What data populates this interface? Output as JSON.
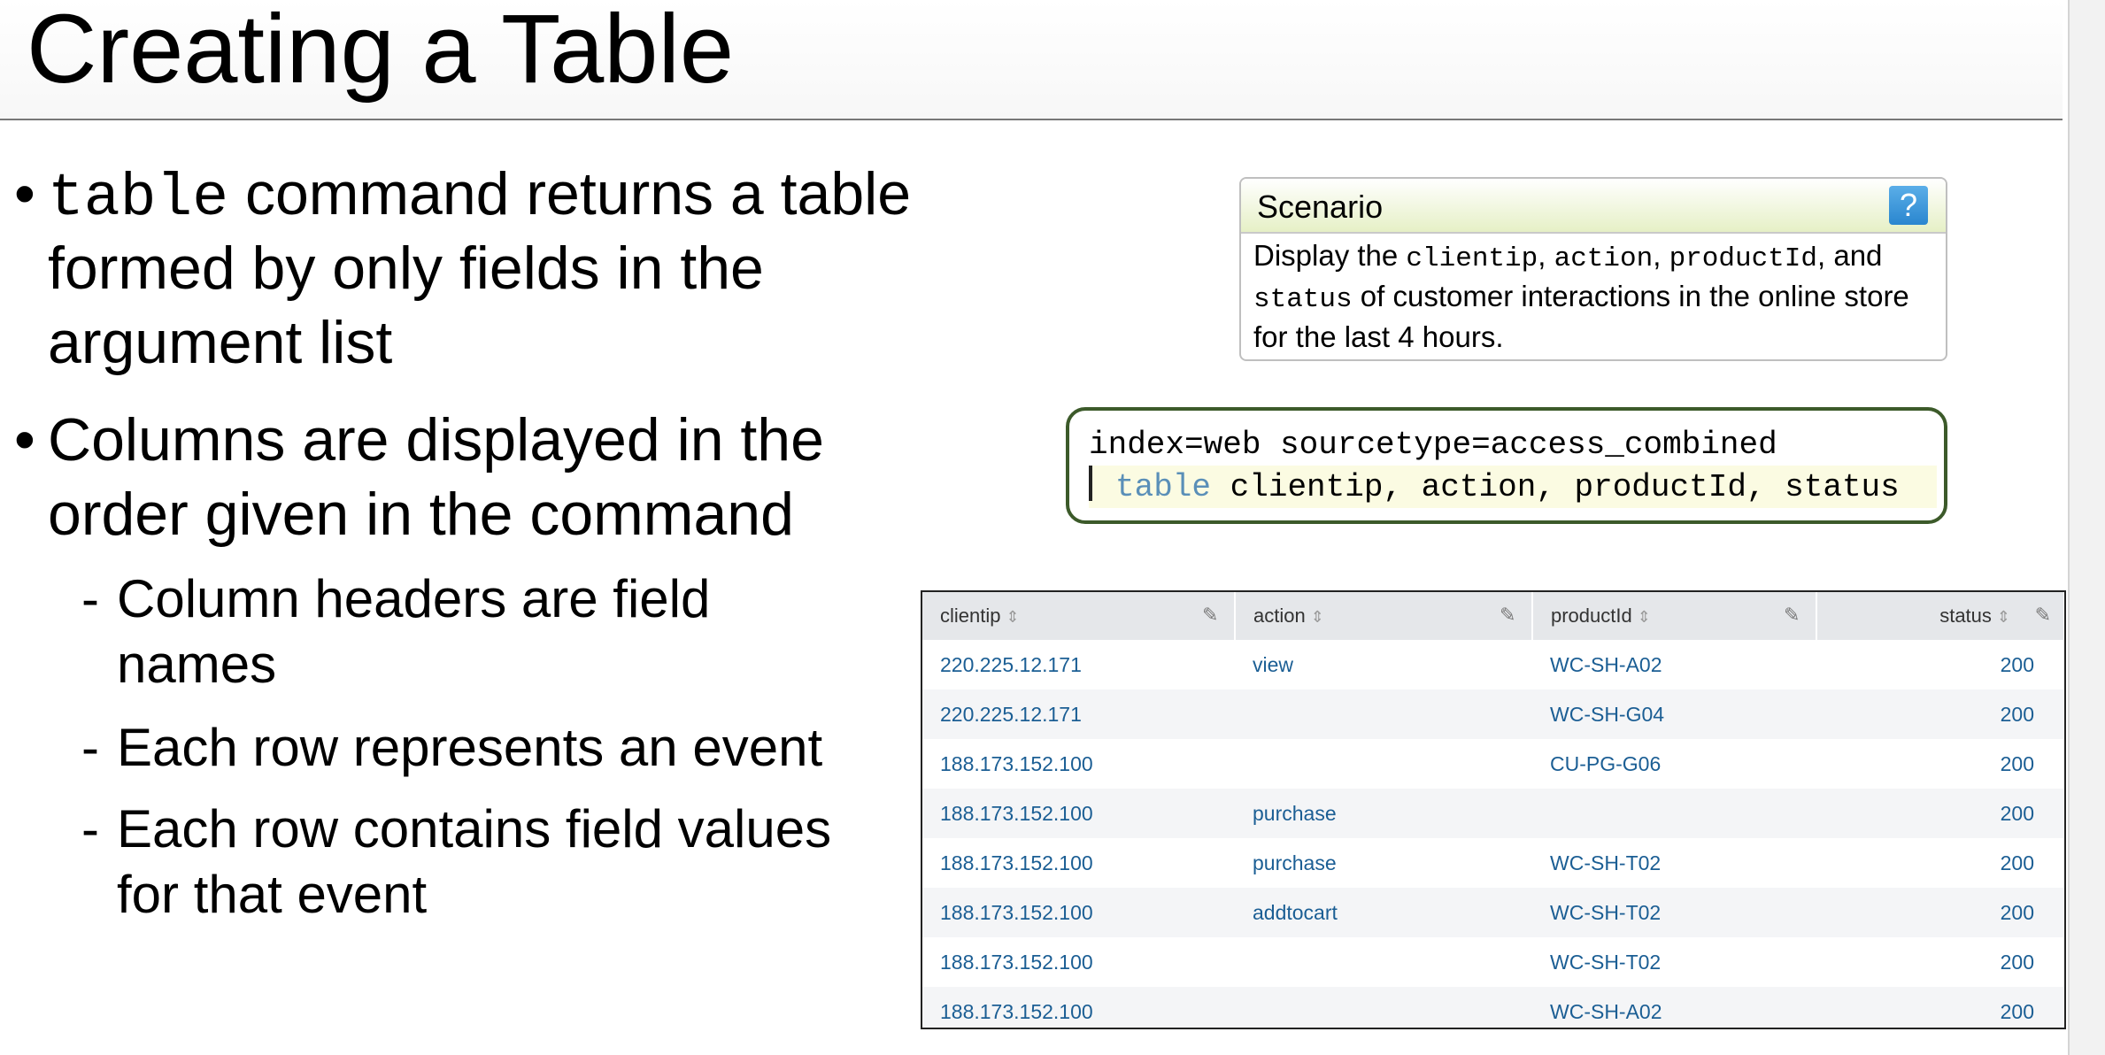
{
  "title": "Creating a Table",
  "bullets": {
    "b1_line1_mono": "table",
    "b1_line1_rest": " command returns a table",
    "b1_line2": "formed by only fields in the",
    "b1_line3": "argument list",
    "b2_line1": "Columns are displayed in the",
    "b2_line2": "order given in the command",
    "sub1_line1": "Column headers are field",
    "sub1_line2": "names",
    "sub2_line1": "Each row represents an event",
    "sub3_line1": "Each row contains field values",
    "sub3_line2": "for that event",
    "bullet_glyph": "•",
    "dash_glyph": "-"
  },
  "scenario": {
    "title": "Scenario",
    "help_glyph": "?",
    "t1": "Display the ",
    "f1": "clientip",
    "t2": ", ",
    "f2": "action",
    "t3": ", ",
    "f3": "productId",
    "t4": ", and",
    "f4": "status",
    "t5": " of customer interactions in the online store",
    "t6": "for the last 4 hours."
  },
  "code": {
    "line1": "index=web sourcetype=access_combined",
    "keyword": "table",
    "args": " clientip, action, productId, status"
  },
  "results": {
    "columns": [
      "clientip",
      "action",
      "productId",
      "status"
    ],
    "rows": [
      [
        "220.225.12.171",
        "view",
        "WC-SH-A02",
        "200"
      ],
      [
        "220.225.12.171",
        "",
        "WC-SH-G04",
        "200"
      ],
      [
        "188.173.152.100",
        "",
        "CU-PG-G06",
        "200"
      ],
      [
        "188.173.152.100",
        "purchase",
        "",
        "200"
      ],
      [
        "188.173.152.100",
        "purchase",
        "WC-SH-T02",
        "200"
      ],
      [
        "188.173.152.100",
        "addtocart",
        "WC-SH-T02",
        "200"
      ],
      [
        "188.173.152.100",
        "",
        "WC-SH-T02",
        "200"
      ],
      [
        "188.173.152.100",
        "",
        "WC-SH-A02",
        "200"
      ]
    ],
    "sort_glyph": "⇕",
    "edit_glyph": "✎"
  },
  "colors": {
    "link": "#1b5e94",
    "keyword": "#5a8fb8",
    "code_border": "#3c5a2a",
    "help_blue": "#2a86cf"
  }
}
